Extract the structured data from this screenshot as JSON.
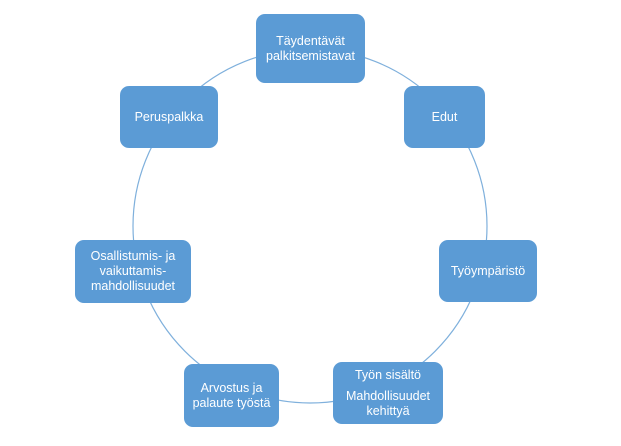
{
  "diagram": {
    "type": "cycle",
    "colors": {
      "node_fill": "#5b9bd5",
      "node_text": "#ffffff",
      "ring_stroke": "#7fb0dc",
      "background": "#ffffff"
    },
    "nodes": [
      {
        "lines": [
          "Täydentävät",
          "palkitsemistavat"
        ]
      },
      {
        "lines": [
          "Edut"
        ]
      },
      {
        "lines": [
          "Työympäristö"
        ]
      },
      {
        "lines": [
          "Työn sisältö",
          "Mahdollisuudet",
          "kehittyä"
        ]
      },
      {
        "lines": [
          "Arvostus ja",
          "palaute työstä"
        ]
      },
      {
        "lines": [
          "Osallistumis- ja",
          "vaikuttamis-",
          "mahdollisuudet"
        ]
      },
      {
        "lines": [
          "Peruspalkka"
        ]
      }
    ]
  }
}
